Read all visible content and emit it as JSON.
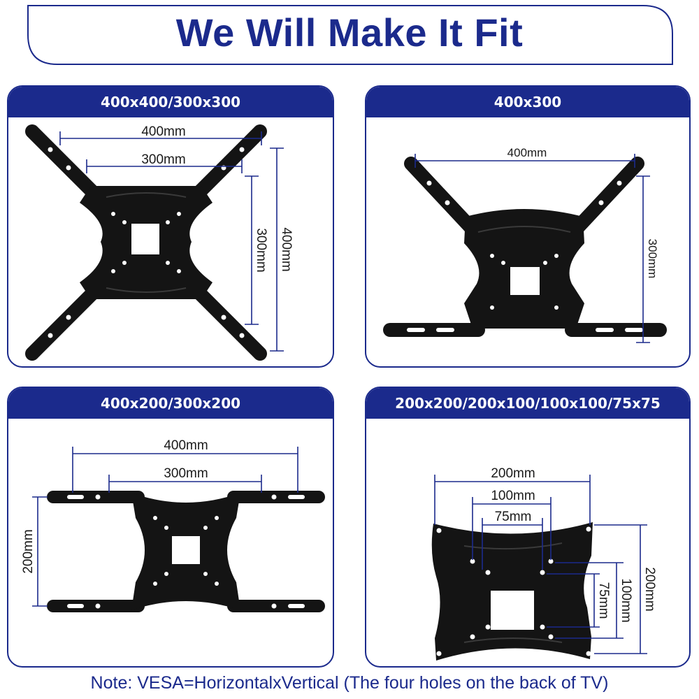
{
  "title": "We Will Make It Fit",
  "panels": [
    {
      "heading": "400x400/300x300",
      "labels": {
        "w_outer": "400mm",
        "w_inner": "300mm",
        "h_inner": "300mm",
        "h_outer": "400mm"
      }
    },
    {
      "heading": "400x300",
      "labels": {
        "w_outer": "400mm",
        "h": "300mm"
      }
    },
    {
      "heading": "400x200/300x200",
      "labels": {
        "w_outer": "400mm",
        "w_inner": "300mm",
        "h": "200mm"
      }
    },
    {
      "heading": "200x200/200x100/100x100/75x75",
      "labels": {
        "w1": "200mm",
        "w2": "100mm",
        "w3": "75mm",
        "h3": "75mm",
        "h2": "100mm",
        "h1": "200mm"
      }
    }
  ],
  "note": "Note: VESA=HorizontalxVertical (The four holes on the back of TV)",
  "colors": {
    "accent": "#1b2a8c",
    "bracket": "#141414"
  }
}
